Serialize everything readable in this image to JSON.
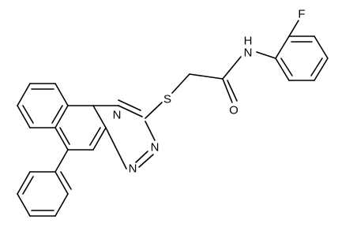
{
  "atoms": {
    "S": "S",
    "O": "O",
    "NH": "N\nH",
    "N_amide": "N",
    "H_amide": "H",
    "F": "F",
    "N1": "N",
    "N2": "N",
    "N3": "N"
  }
}
